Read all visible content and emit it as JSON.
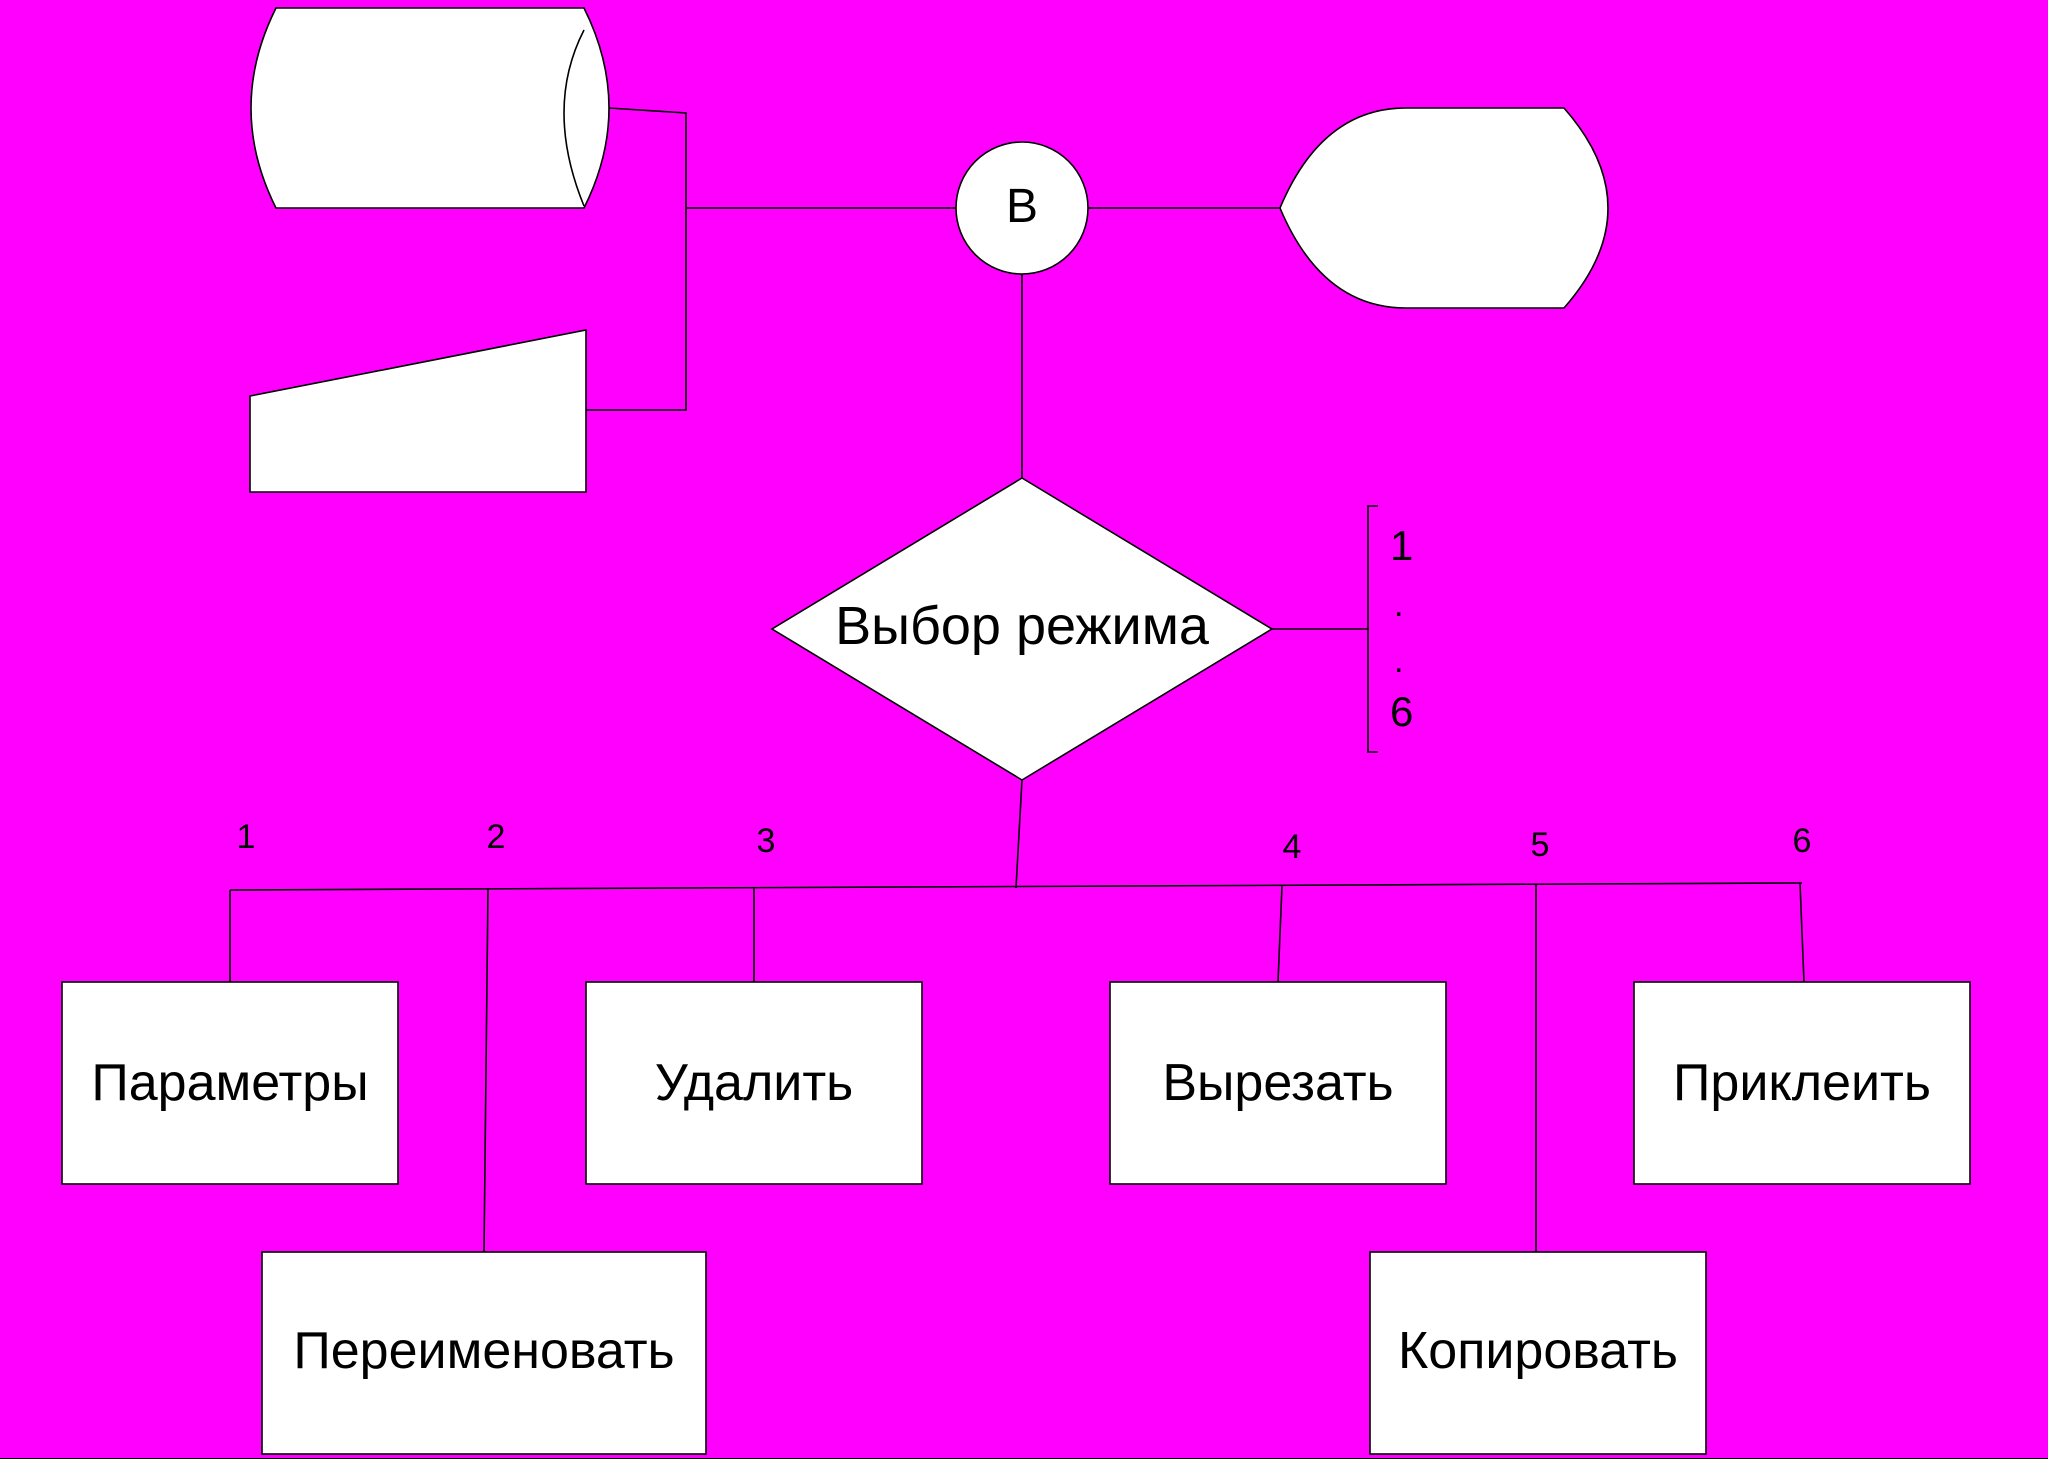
{
  "colors": {
    "background": "#ff00ff",
    "frame": "#000000",
    "shape_fill": "#ffffff",
    "stroke": "#000000"
  },
  "connector": {
    "label": "В"
  },
  "decision": {
    "label": "Выбор режима"
  },
  "range_note": {
    "start": "1",
    "dot1": ".",
    "dot2": ".",
    "end": "6"
  },
  "branch_numbers": [
    "1",
    "2",
    "3",
    "4",
    "5",
    "6"
  ],
  "actions": {
    "params": "Параметры",
    "rename": "Переименовать",
    "delete": "Удалить",
    "cut": "Вырезать",
    "copy": "Копировать",
    "paste": "Приклеить"
  }
}
